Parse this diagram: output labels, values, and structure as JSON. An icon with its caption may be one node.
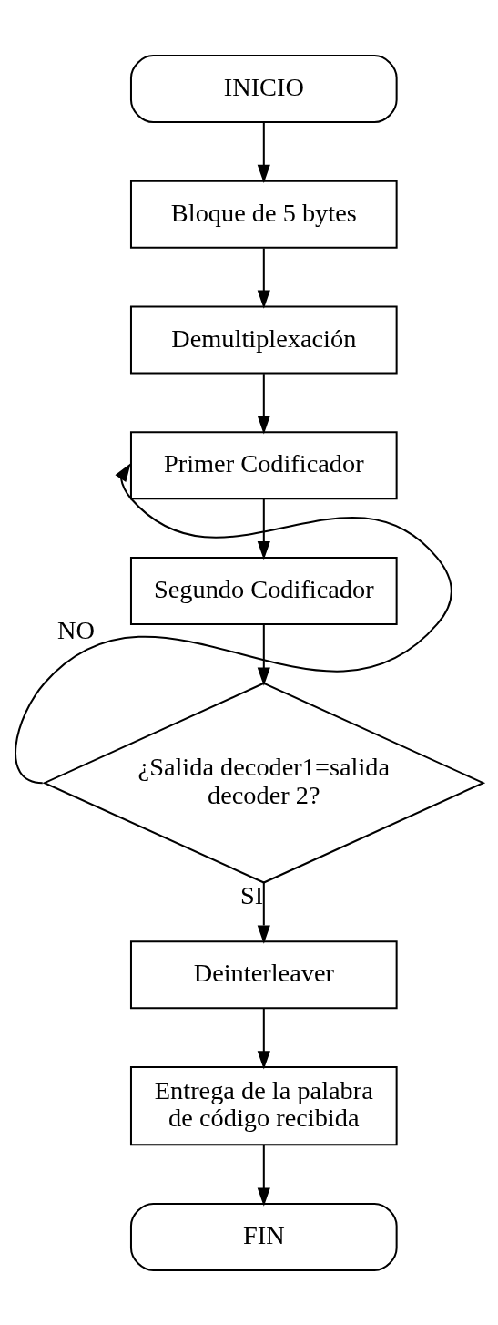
{
  "diagram": {
    "nodes": [
      {
        "text": [
          "INICIO"
        ]
      },
      {
        "text": [
          "Bloque de 5 bytes"
        ]
      },
      {
        "text": [
          "Demultiplexación"
        ]
      },
      {
        "text": [
          "Primer Codificador"
        ]
      },
      {
        "text": [
          "Segundo Codificador"
        ]
      },
      {
        "text": [
          "¿Salida decoder1=salida decoder 2?"
        ]
      },
      {
        "text": [
          "Deinterleaver"
        ]
      },
      {
        "text": [
          "Entrega de la palabra de código recibida"
        ]
      },
      {
        "text": [
          "FIN"
        ]
      }
    ],
    "edges": [
      {
        "from": 0,
        "to": 1,
        "arrow": "to"
      },
      {
        "from": 1,
        "to": 2,
        "arrow": "to"
      },
      {
        "from": 2,
        "to": 3,
        "arrow": "to"
      },
      {
        "from": 3,
        "to": 4,
        "arrow": "to"
      },
      {
        "from": 4,
        "to": 5,
        "arrow": "to"
      },
      {
        "from": 5,
        "to": 3,
        "arrow": "to",
        "label": "NO"
      },
      {
        "from": 5,
        "to": 6,
        "arrow": "to",
        "label": "SI"
      },
      {
        "from": 6,
        "to": 7,
        "arrow": "to"
      },
      {
        "from": 7,
        "to": 8,
        "arrow": "to"
      }
    ]
  }
}
